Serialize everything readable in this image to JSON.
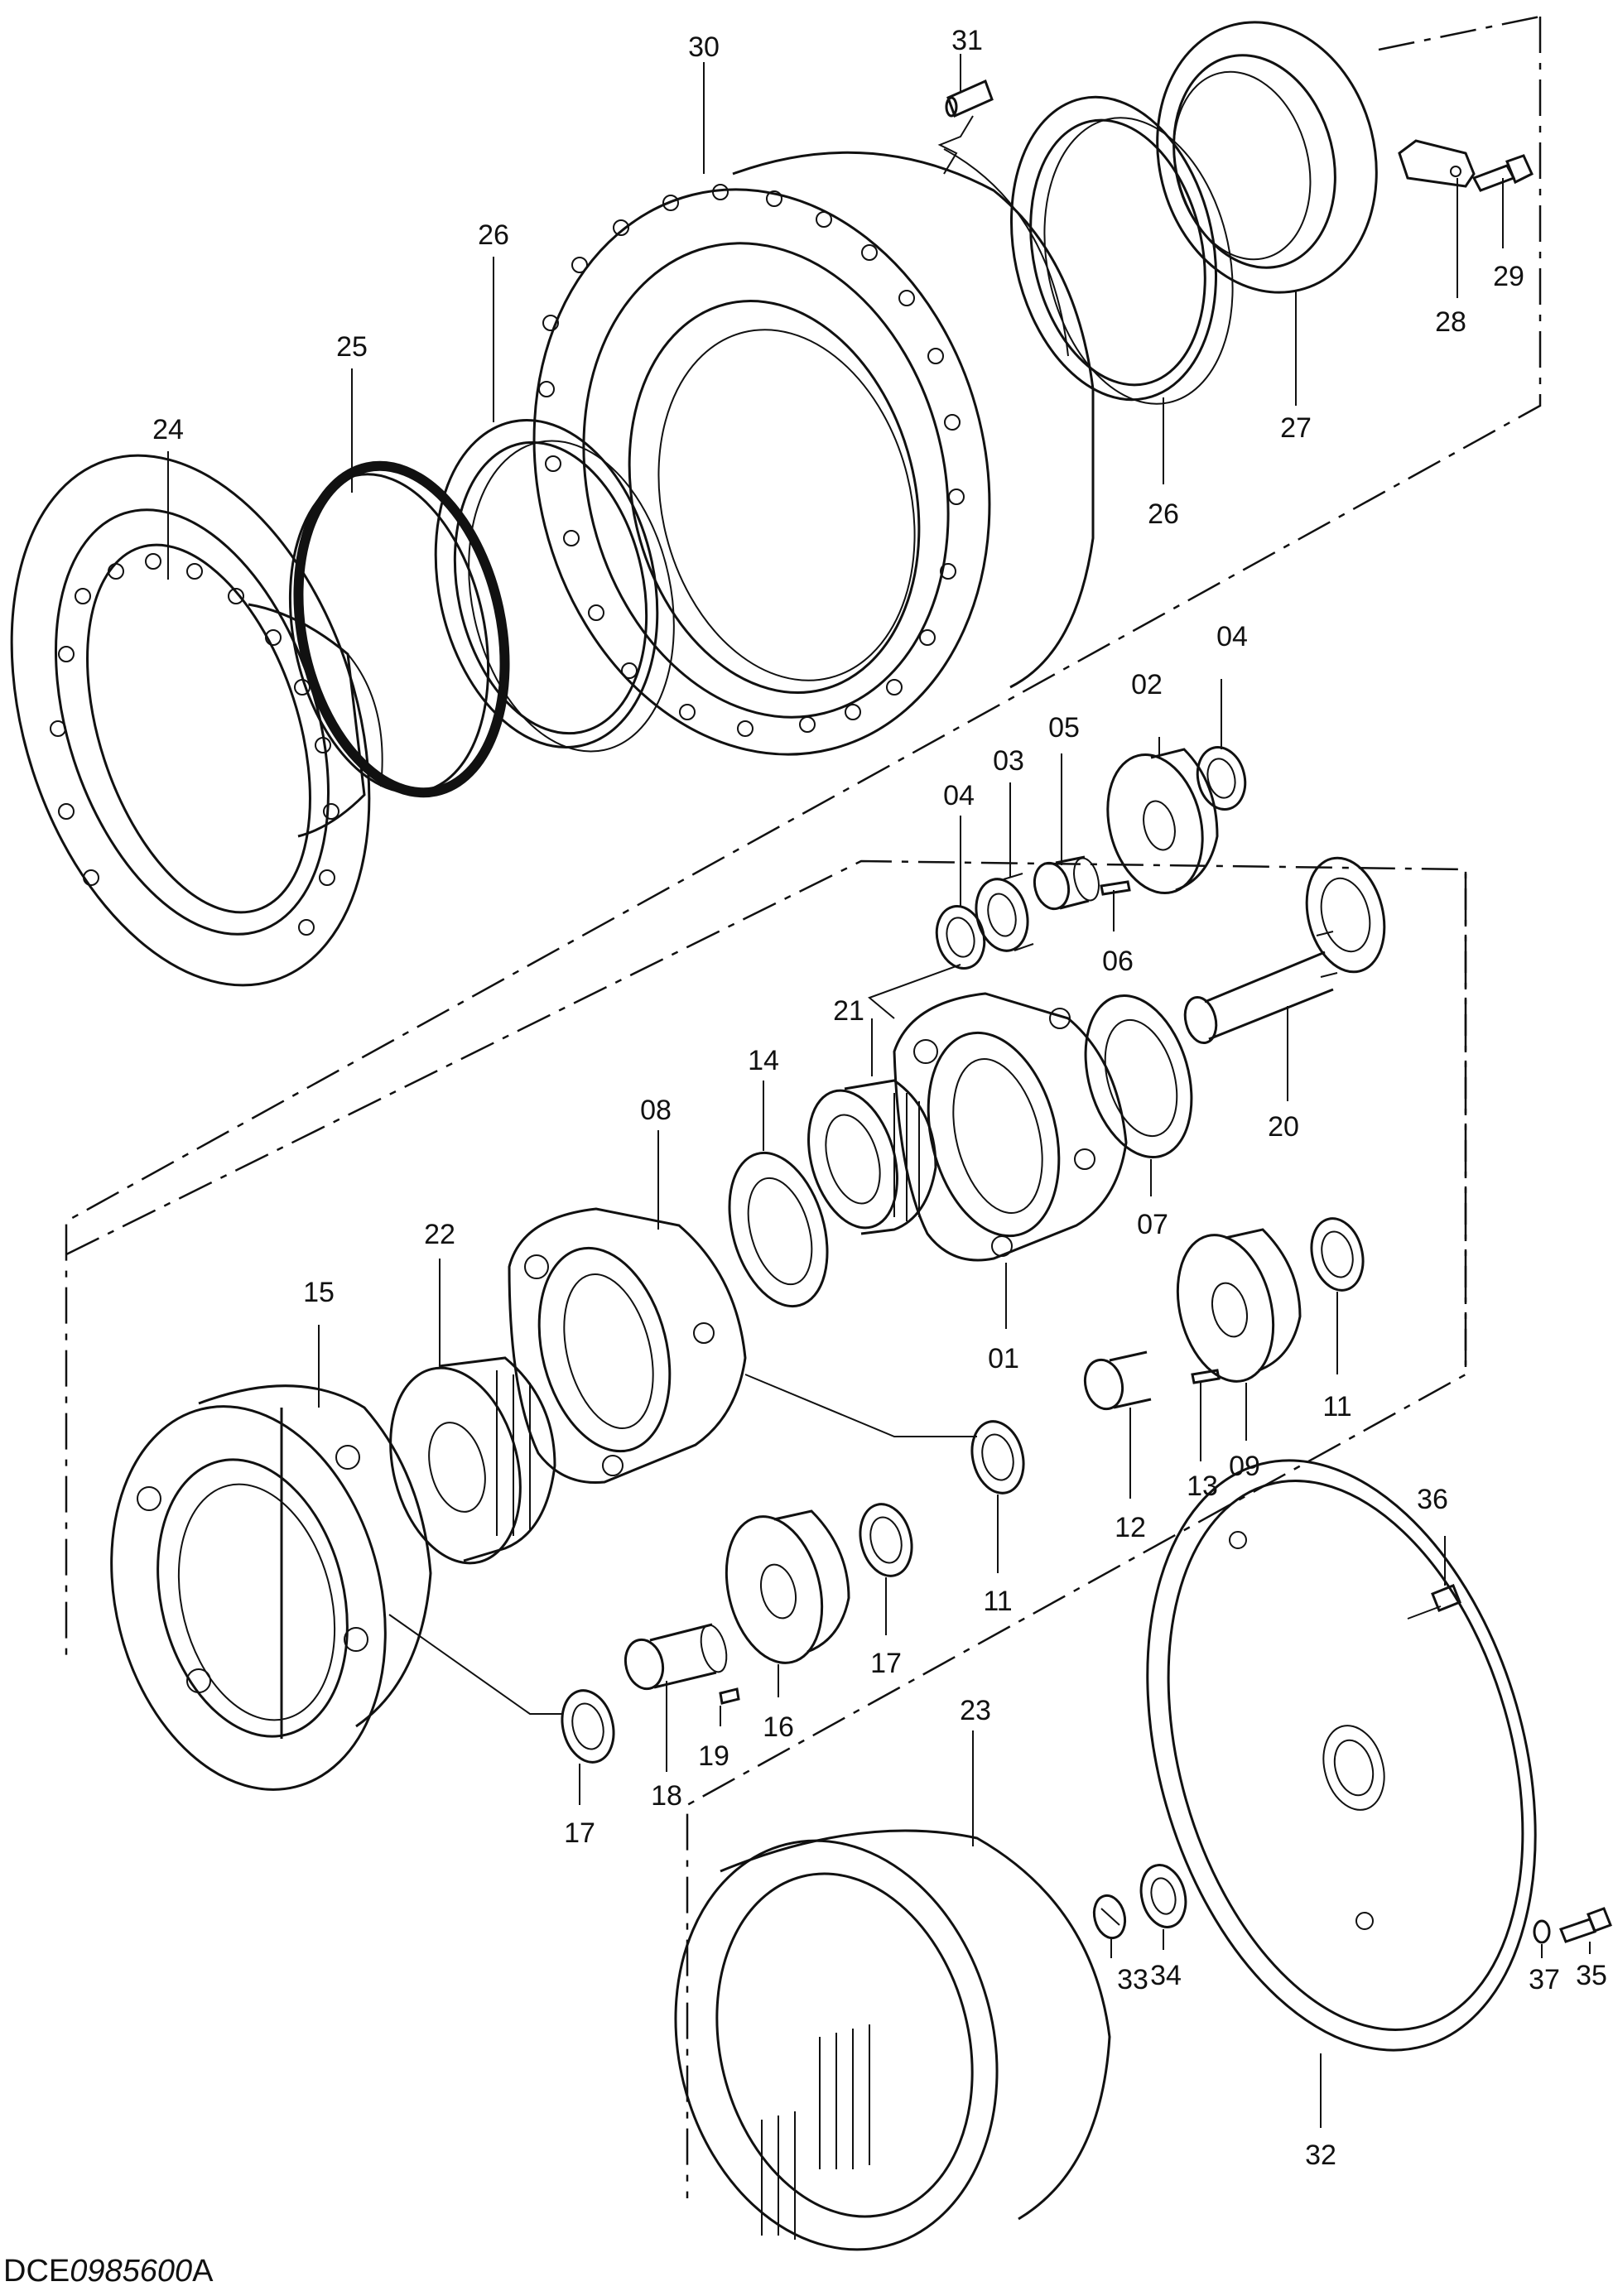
{
  "callouts": {
    "01": "01",
    "02": "02",
    "03": "03",
    "04": "04",
    "05": "05",
    "06": "06",
    "07": "07",
    "08": "08",
    "09": "09",
    "11": "11",
    "12": "12",
    "13": "13",
    "14": "14",
    "15": "15",
    "16": "16",
    "17": "17",
    "18": "18",
    "19": "19",
    "20": "20",
    "21": "21",
    "22": "22",
    "23": "23",
    "24": "24",
    "25": "25",
    "26": "26",
    "27": "27",
    "28": "28",
    "29": "29",
    "30": "30",
    "31": "31",
    "32": "32",
    "33": "33",
    "34": "34",
    "35": "35",
    "36": "36",
    "37": "37"
  },
  "drawing_code": {
    "prefix": "DCE",
    "number": "0985600",
    "suffix": "A"
  }
}
